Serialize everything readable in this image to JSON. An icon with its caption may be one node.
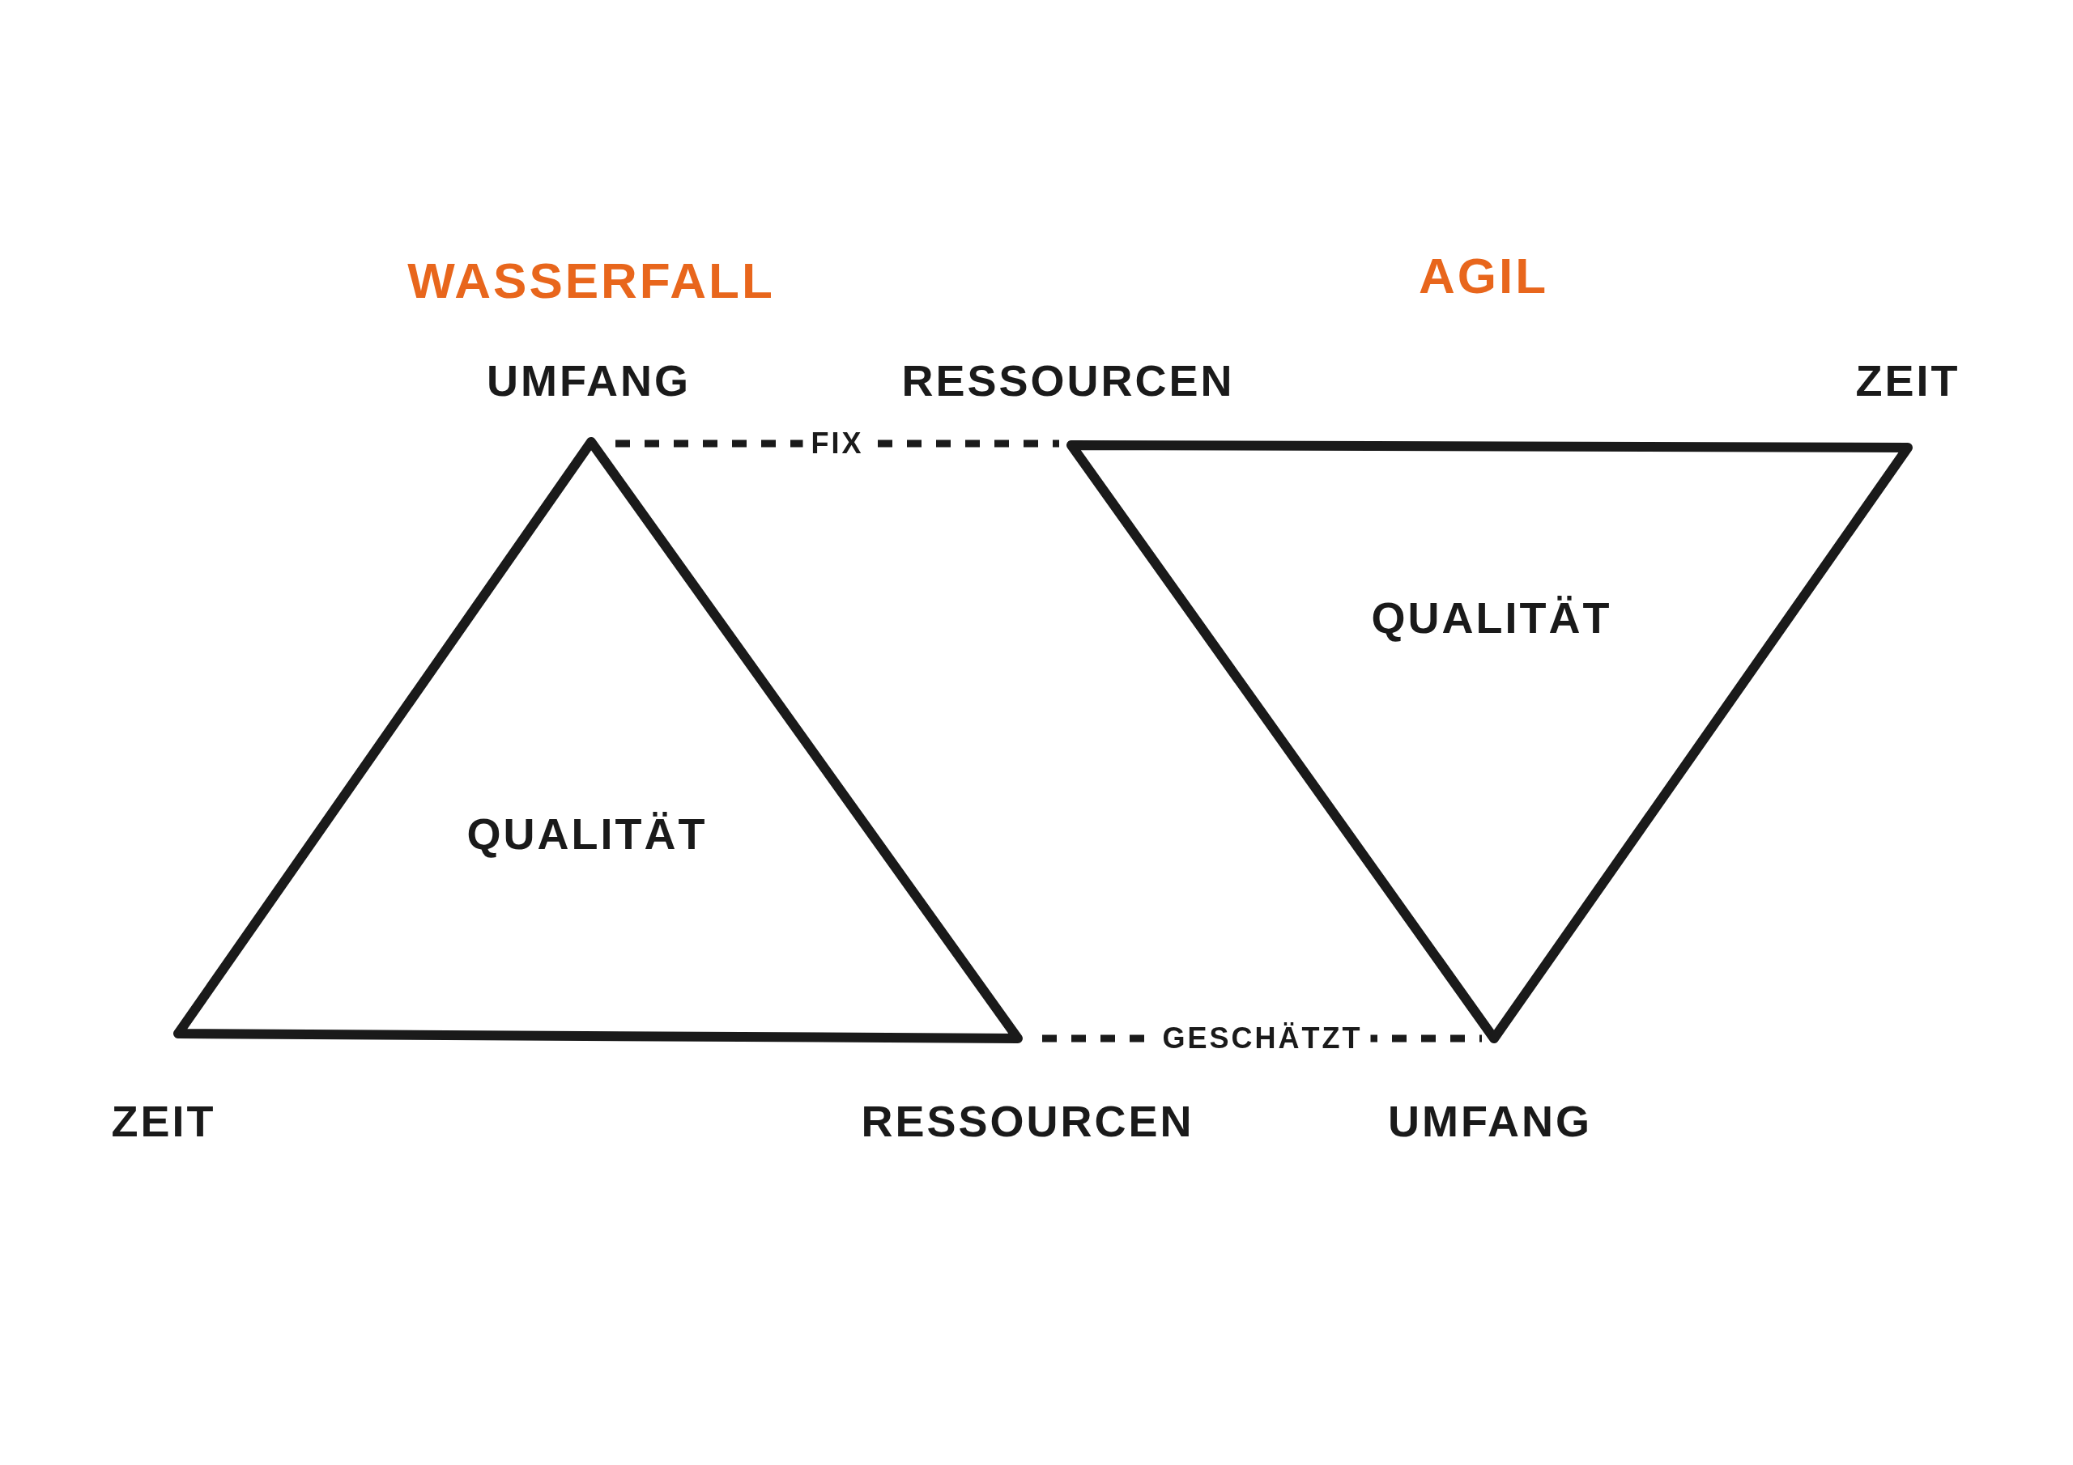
{
  "diagram": {
    "nodes": [
      {
        "text": [
          "QUALITÄT"
        ]
      },
      {
        "text": [
          "QUALITÄT"
        ]
      }
    ],
    "edges": [
      {
        "from": 0,
        "to": 1,
        "arrow": "none",
        "label": "FIX",
        "style": "dashed"
      },
      {
        "from": 0,
        "to": 1,
        "arrow": "none",
        "label": "GESCHÄTZT",
        "style": "dashed"
      }
    ],
    "labels": [
      "WASSERFALL",
      "AGIL",
      "UMFANG",
      "RESSOURCEN",
      "ZEIT",
      "ZEIT",
      "RESSOURCEN",
      "UMFANG"
    ]
  }
}
